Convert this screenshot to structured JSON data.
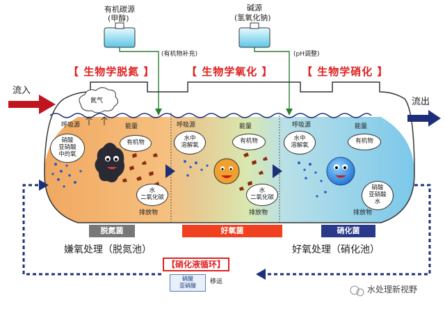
{
  "top": {
    "organic_source_title": "有机碳源",
    "organic_source_sub": "(甲醇)",
    "alkali_source_title": "碱源",
    "alkali_source_sub": "(氢氧化钠)",
    "organic_supplement": "(有机物补充)",
    "ph_adjust": "(pH调整)"
  },
  "sections": {
    "denitrification": "【 生物学脱氮 】",
    "oxidation": "【 生物学氧化 】",
    "nitrification": "【 生物学硝化 】"
  },
  "flow": {
    "inlet": "流入",
    "outlet": "流出"
  },
  "tank": {
    "nitrogen_gas": "氮气",
    "respiration_left": "呼吸源",
    "energy_left": "能量",
    "nitrate_oxygen_bubble": "硝酸\n亚硝酸\n中的氧",
    "organic_left": "有机物",
    "water_co2_left": "水\n二氧化碳",
    "excretion_left": "排放物",
    "respiration_mid": "呼吸源",
    "dissolved_o2_mid": "水中\n溶解氧",
    "energy_mid": "能量",
    "organic_mid": "有机物",
    "water_co2_mid": "水\n二氧化碳",
    "excretion_mid": "排放物",
    "respiration_right": "呼吸源",
    "dissolved_o2_right": "水中\n溶解氧",
    "energy_right": "能量",
    "organic_right": "有机物",
    "nitrate_water_right": "硝酸\n亚硝酸\n水",
    "excretion_right": "排放物"
  },
  "chips": {
    "denitrifier": "脱氮菌",
    "aerobic": "好氧菌",
    "nitrifier": "硝化菌"
  },
  "labels": {
    "anoxic": "嫌氧处理（脱氮池）",
    "aerobic": "好氧处理（硝化池）"
  },
  "recycle": {
    "title": "【硝化液循环】",
    "item": "硝酸\n亚硝酸",
    "transfer": "移运"
  },
  "watermark": "水处理新视野",
  "colors": {
    "red": "#e02020",
    "navy": "#1e2f7a",
    "green": "#2e7d32"
  }
}
